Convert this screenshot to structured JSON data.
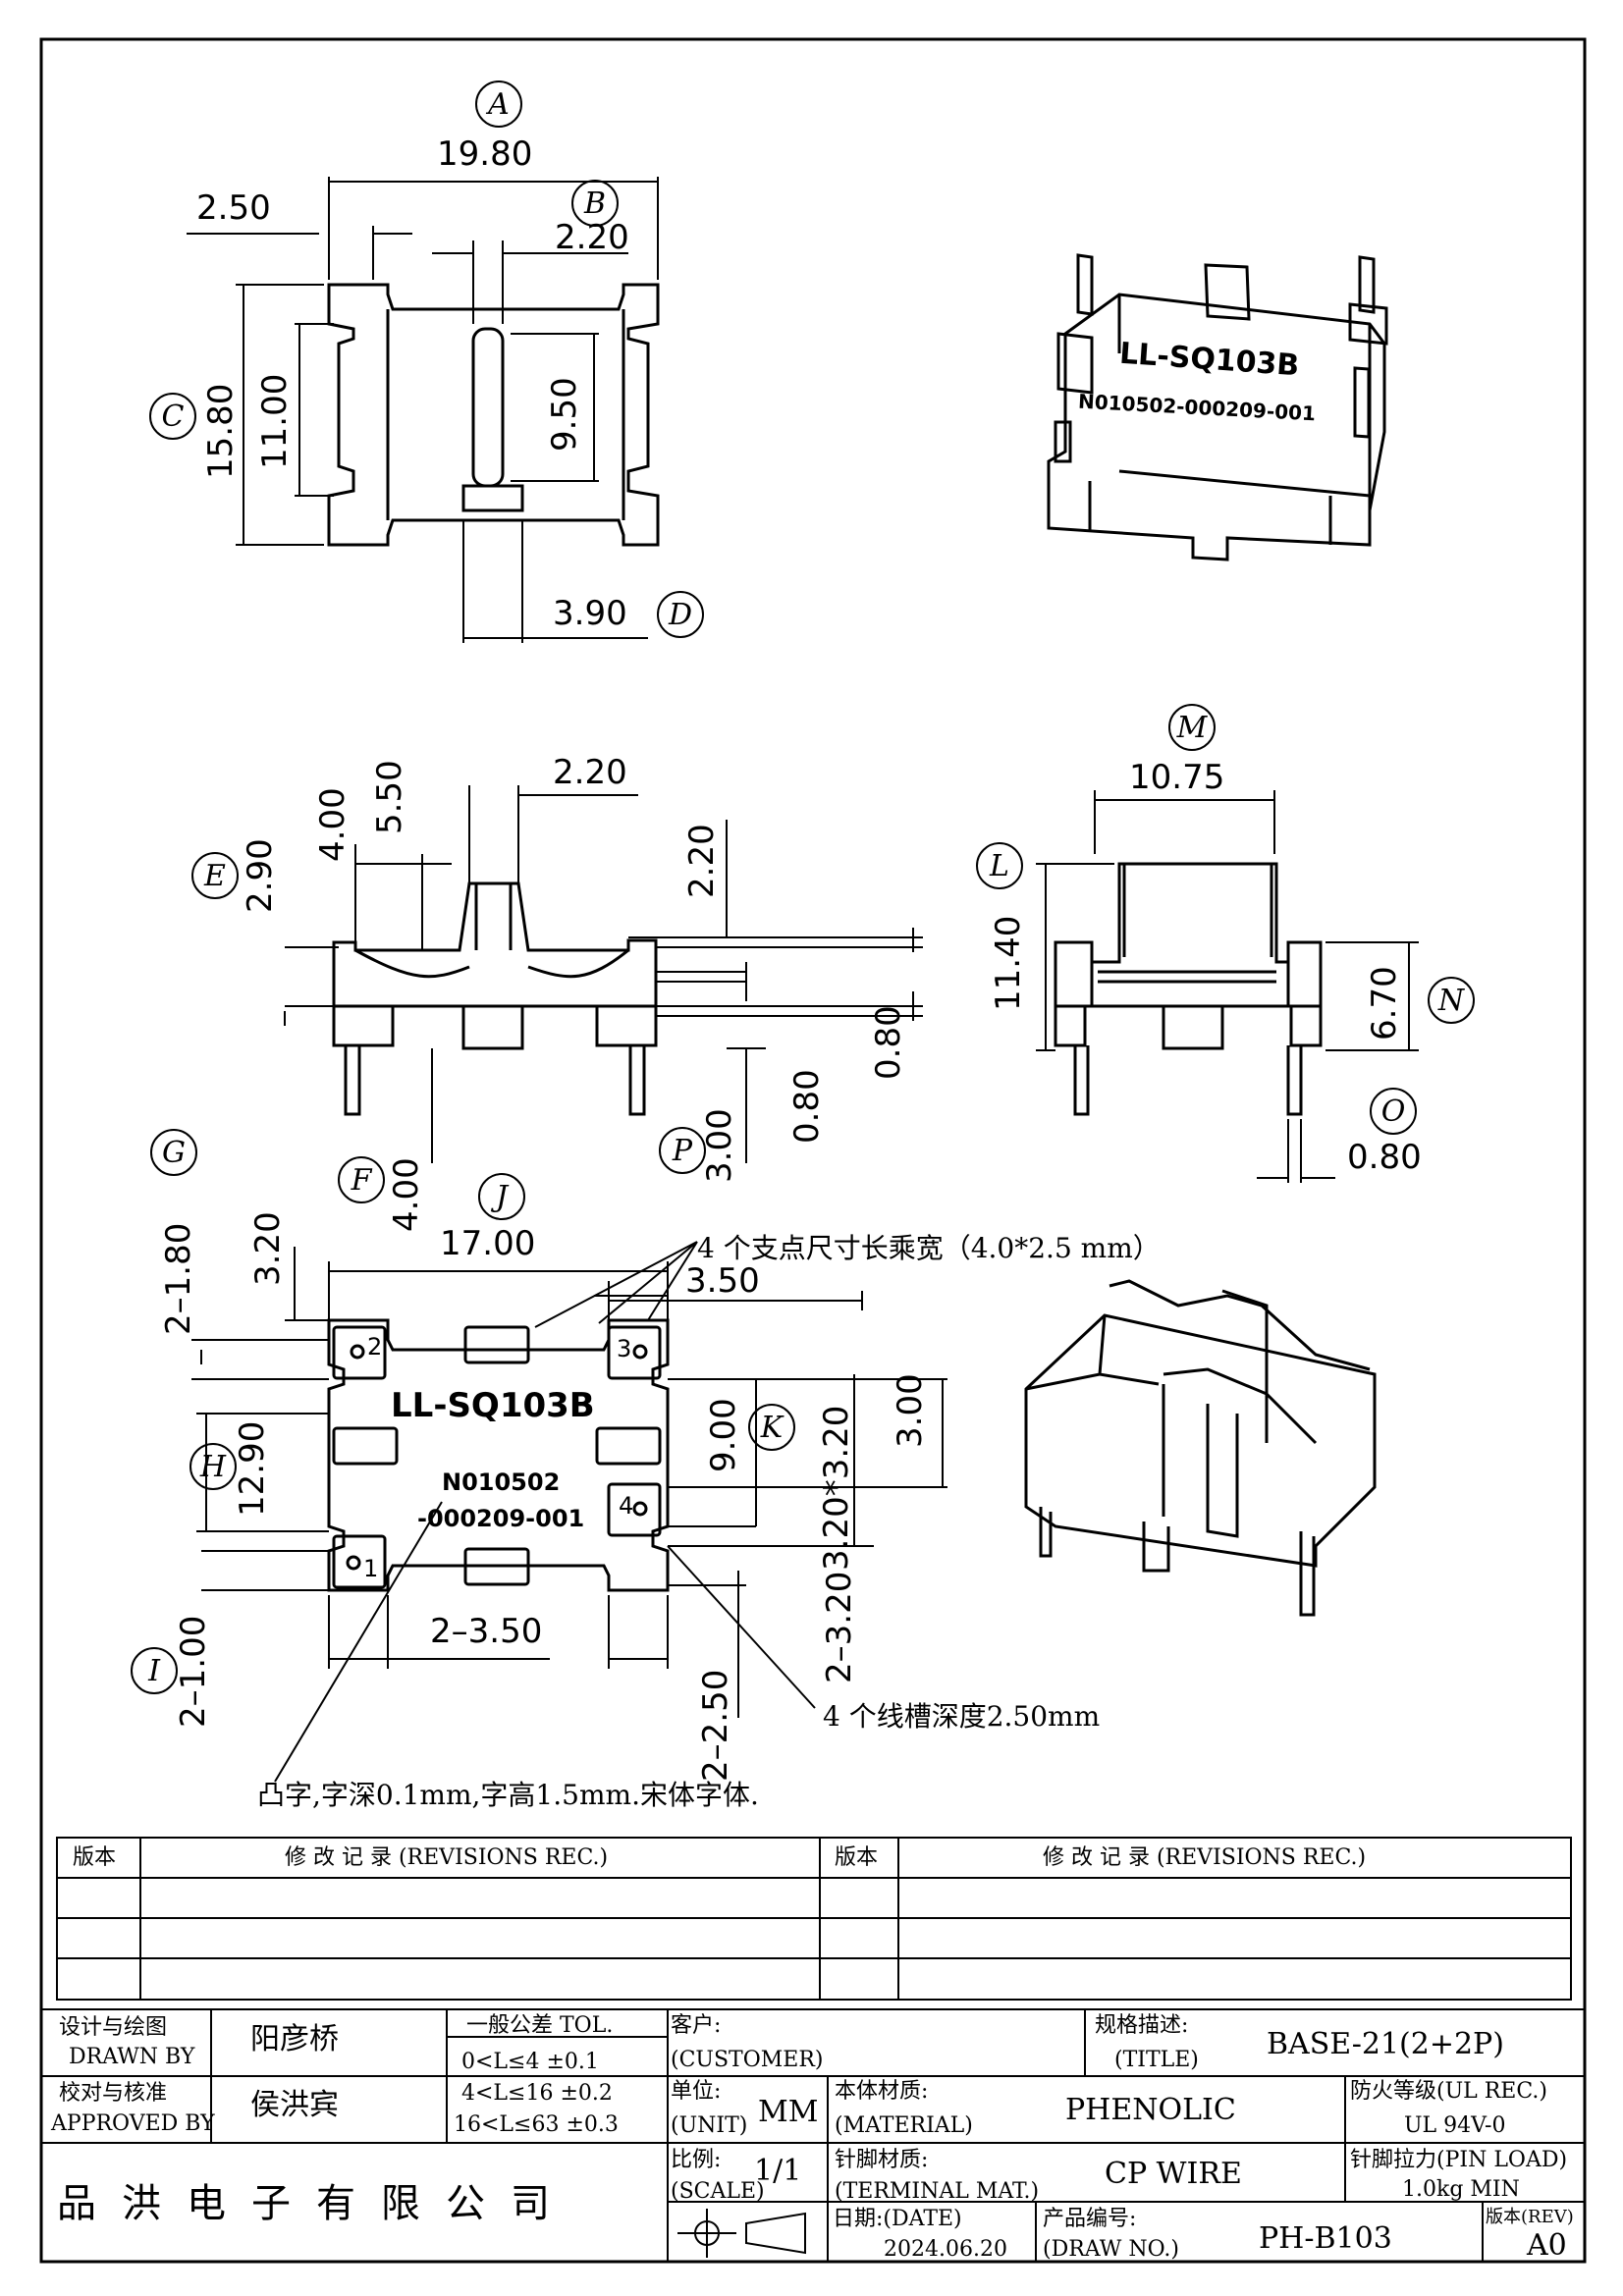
{
  "balloons": {
    "A": "A",
    "B": "B",
    "C": "C",
    "D": "D",
    "E": "E",
    "F": "F",
    "G": "G",
    "H": "H",
    "I": "I",
    "J": "J",
    "K": "K",
    "L": "L",
    "M": "M",
    "N": "N",
    "O": "O",
    "P": "P"
  },
  "top_view": {
    "dims": {
      "width": "19.80",
      "pin_offset": "2.50",
      "slot": "2.20",
      "height": "15.80",
      "inner_height": "11.00",
      "slot_len": "9.50",
      "tab": "3.90"
    }
  },
  "iso_top": {
    "model": "LL-SQ103B",
    "code": "N010502-000209-001"
  },
  "front_view": {
    "dims": {
      "d400": "4.00",
      "d550": "5.50",
      "d220a": "2.20",
      "d290": "2.90",
      "d220b": "2.20",
      "d080a": "0.80",
      "d080b": "0.80",
      "d300": "3.00",
      "d400b": "4.00"
    }
  },
  "side_view": {
    "dims": {
      "width": "10.75",
      "height": "11.40",
      "pin_h": "6.70",
      "pin_w": "0.80"
    }
  },
  "bottom_view": {
    "dims": {
      "w1700": "17.00",
      "w350": "3.50",
      "d320": "3.20",
      "g180": "2–1.80",
      "h1290": "12.90",
      "d900": "9.00",
      "d300": "3.00",
      "k320": "3.20*3.20",
      "b350": "2–3.50",
      "i100": "2–1.00",
      "s250": "2–2.50",
      "s320": "2–3.20"
    },
    "model": "LL-SQ103B",
    "code_line1": "N010502",
    "code_line2": "-000209-001",
    "pins": {
      "p1": "1",
      "p2": "2",
      "p3": "3",
      "p4": "4"
    }
  },
  "notes": {
    "support": "4 个支点尺寸长乘宽（4.0*2.5 mm）",
    "groove": "4 个线槽深度2.50mm",
    "text": "凸字,字深0.1mm,字高1.5mm.宋体字体."
  },
  "revisions": {
    "ver_label": "版本",
    "rec_label": "修 改 记 录  (REVISIONS REC.)"
  },
  "title_block": {
    "drawn_label_cn": "设计与绘图",
    "drawn_label_en": "DRAWN BY",
    "drawn_value": "阳彦桥",
    "approved_label_cn": "校对与核准",
    "approved_label_en": "APPROVED BY",
    "approved_value": "侯洪宾",
    "tol_label": "一般公差 TOL.",
    "tol_rows": [
      "0<L≤4  ±0.1",
      "4<L≤16 ±0.2",
      "16<L≤63 ±0.3"
    ],
    "company": "品洪电子有限公司",
    "customer_cn": "客户:",
    "customer_en": "(CUSTOMER)",
    "title_cn": "规格描述:",
    "title_en": "(TITLE)",
    "title_value": "BASE-21(2+2P)",
    "unit_cn": "单位:",
    "unit_en": "(UNIT)",
    "unit_value": "MM",
    "material_cn": "本体材质:",
    "material_en": "(MATERIAL)",
    "material_value": "PHENOLIC",
    "ul_label": "防火等级(UL REC.)",
    "ul_value": "UL 94V-0",
    "scale_cn": "比例:",
    "scale_en": "(SCALE)",
    "scale_value": "1/1",
    "terminal_cn": "针脚材质:",
    "terminal_en": "(TERMINAL MAT.)",
    "terminal_value": "CP WIRE",
    "pin_load_label": "针脚拉力(PIN LOAD)",
    "pin_load_value": "1.0kg MIN",
    "date_label": "日期:(DATE)",
    "date_value": "2024.06.20",
    "drawno_cn": "产品编号:",
    "drawno_en": "(DRAW NO.)",
    "drawno_value": "PH-B103",
    "rev_label": "版本(REV)",
    "rev_value": "A0"
  }
}
